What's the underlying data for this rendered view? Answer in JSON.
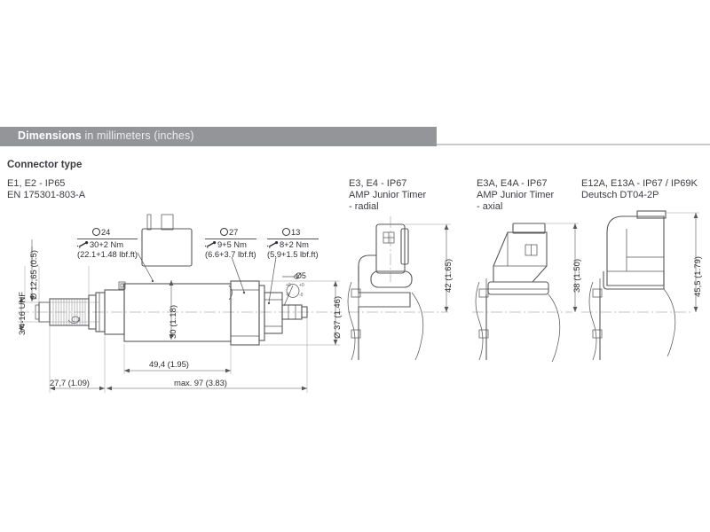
{
  "band": {
    "title": "Dimensions",
    "subtitle": "in millimeters (inches)",
    "bar_color": "#939598"
  },
  "section": {
    "heading": "Connector type"
  },
  "connectors": [
    {
      "id": "e1-e2",
      "line1": "E1, E2 - IP65",
      "line2": "EN 175301-803-A",
      "line3": ""
    },
    {
      "id": "e3-e4",
      "line1": "E3, E4 - IP67",
      "line2": "AMP Junior Timer",
      "line3": "- radial"
    },
    {
      "id": "e3a-e4a",
      "line1": "E3A, E4A - IP67",
      "line2": "AMP Junior Timer",
      "line3": "- axial"
    },
    {
      "id": "e12a-e13a",
      "line1": "E12A, E13A - IP67 / IP69K",
      "line2": "Deutsch DT04-2P",
      "line3": ""
    }
  ],
  "callouts": [
    {
      "id": "hex24",
      "hex": "24",
      "torque_nm": "30+2 Nm",
      "torque_lbf": "(22.1+1.48 lbf.ft)"
    },
    {
      "id": "hex27",
      "hex": "27",
      "torque_nm": "9+5 Nm",
      "torque_lbf": "(6.6+3.7 lbf.ft)"
    },
    {
      "id": "hex13",
      "hex": "13",
      "torque_nm": "8+2 Nm",
      "torque_lbf": "(5.9+1.5 lbf.ft)"
    }
  ],
  "dimensions": {
    "thread": "3/4-16 UNF",
    "bore_dia": "Ø 12,65 (0.5)",
    "body_height": "30 (1.18)",
    "port_dia": "Ø 37 (1.46)",
    "pin_dia": "Ø5",
    "len_mid": "49,4 (1.95)",
    "len_left": "27,7 (1.09)",
    "len_total": "max. 97 (3.83)",
    "h_radial": "42 (1.65)",
    "h_axial": "38 (1.50)",
    "h_deutsch": "45,5 (1.79)"
  },
  "colors": {
    "band": "#939598",
    "text": "#3c3c43",
    "line": "#58585b",
    "page": "#ffffff"
  }
}
